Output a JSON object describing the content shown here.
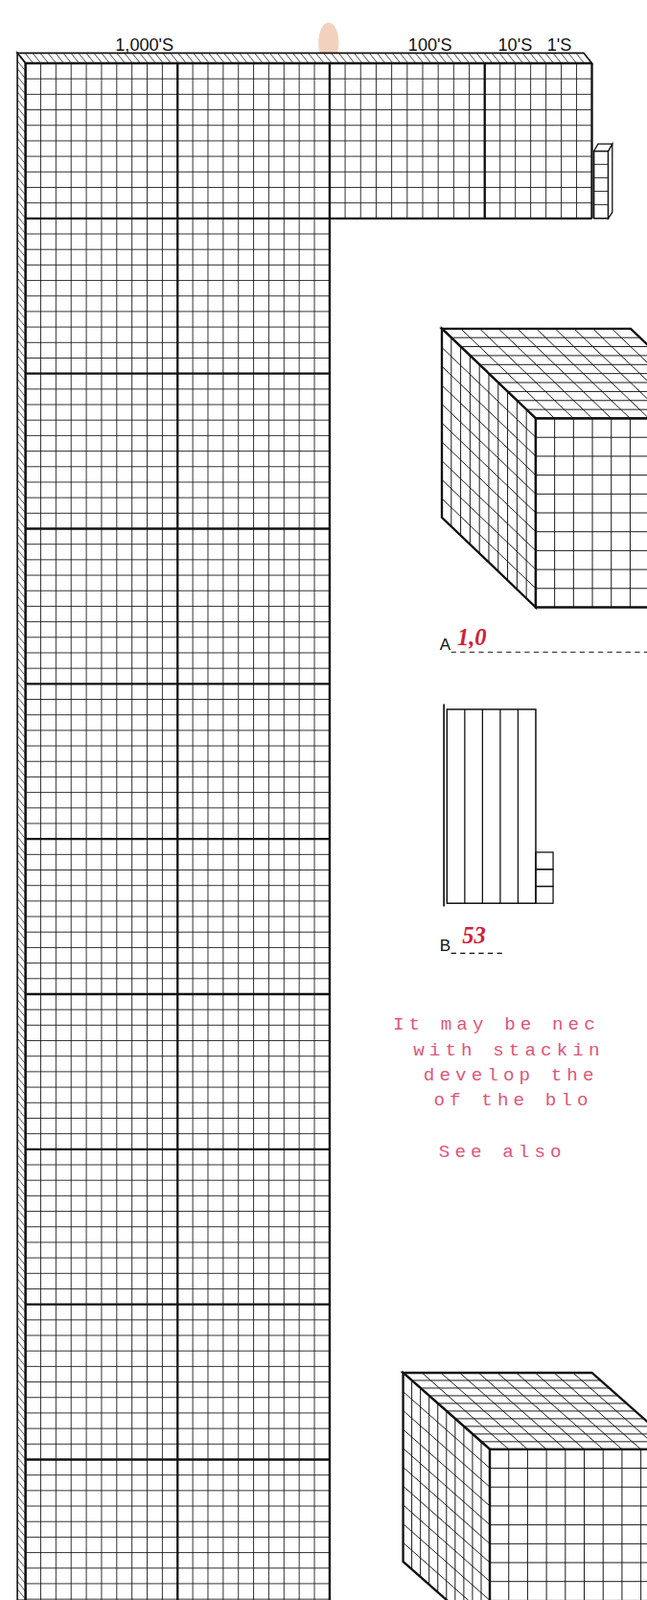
{
  "diagram": {
    "labels": [
      "1,000'S",
      "100'S",
      "10'S",
      "1'S",
      "A",
      "1,0",
      "B",
      "53",
      "It may be nec",
      "with stackin",
      "develop the",
      "of the blo",
      "See also"
    ]
  }
}
